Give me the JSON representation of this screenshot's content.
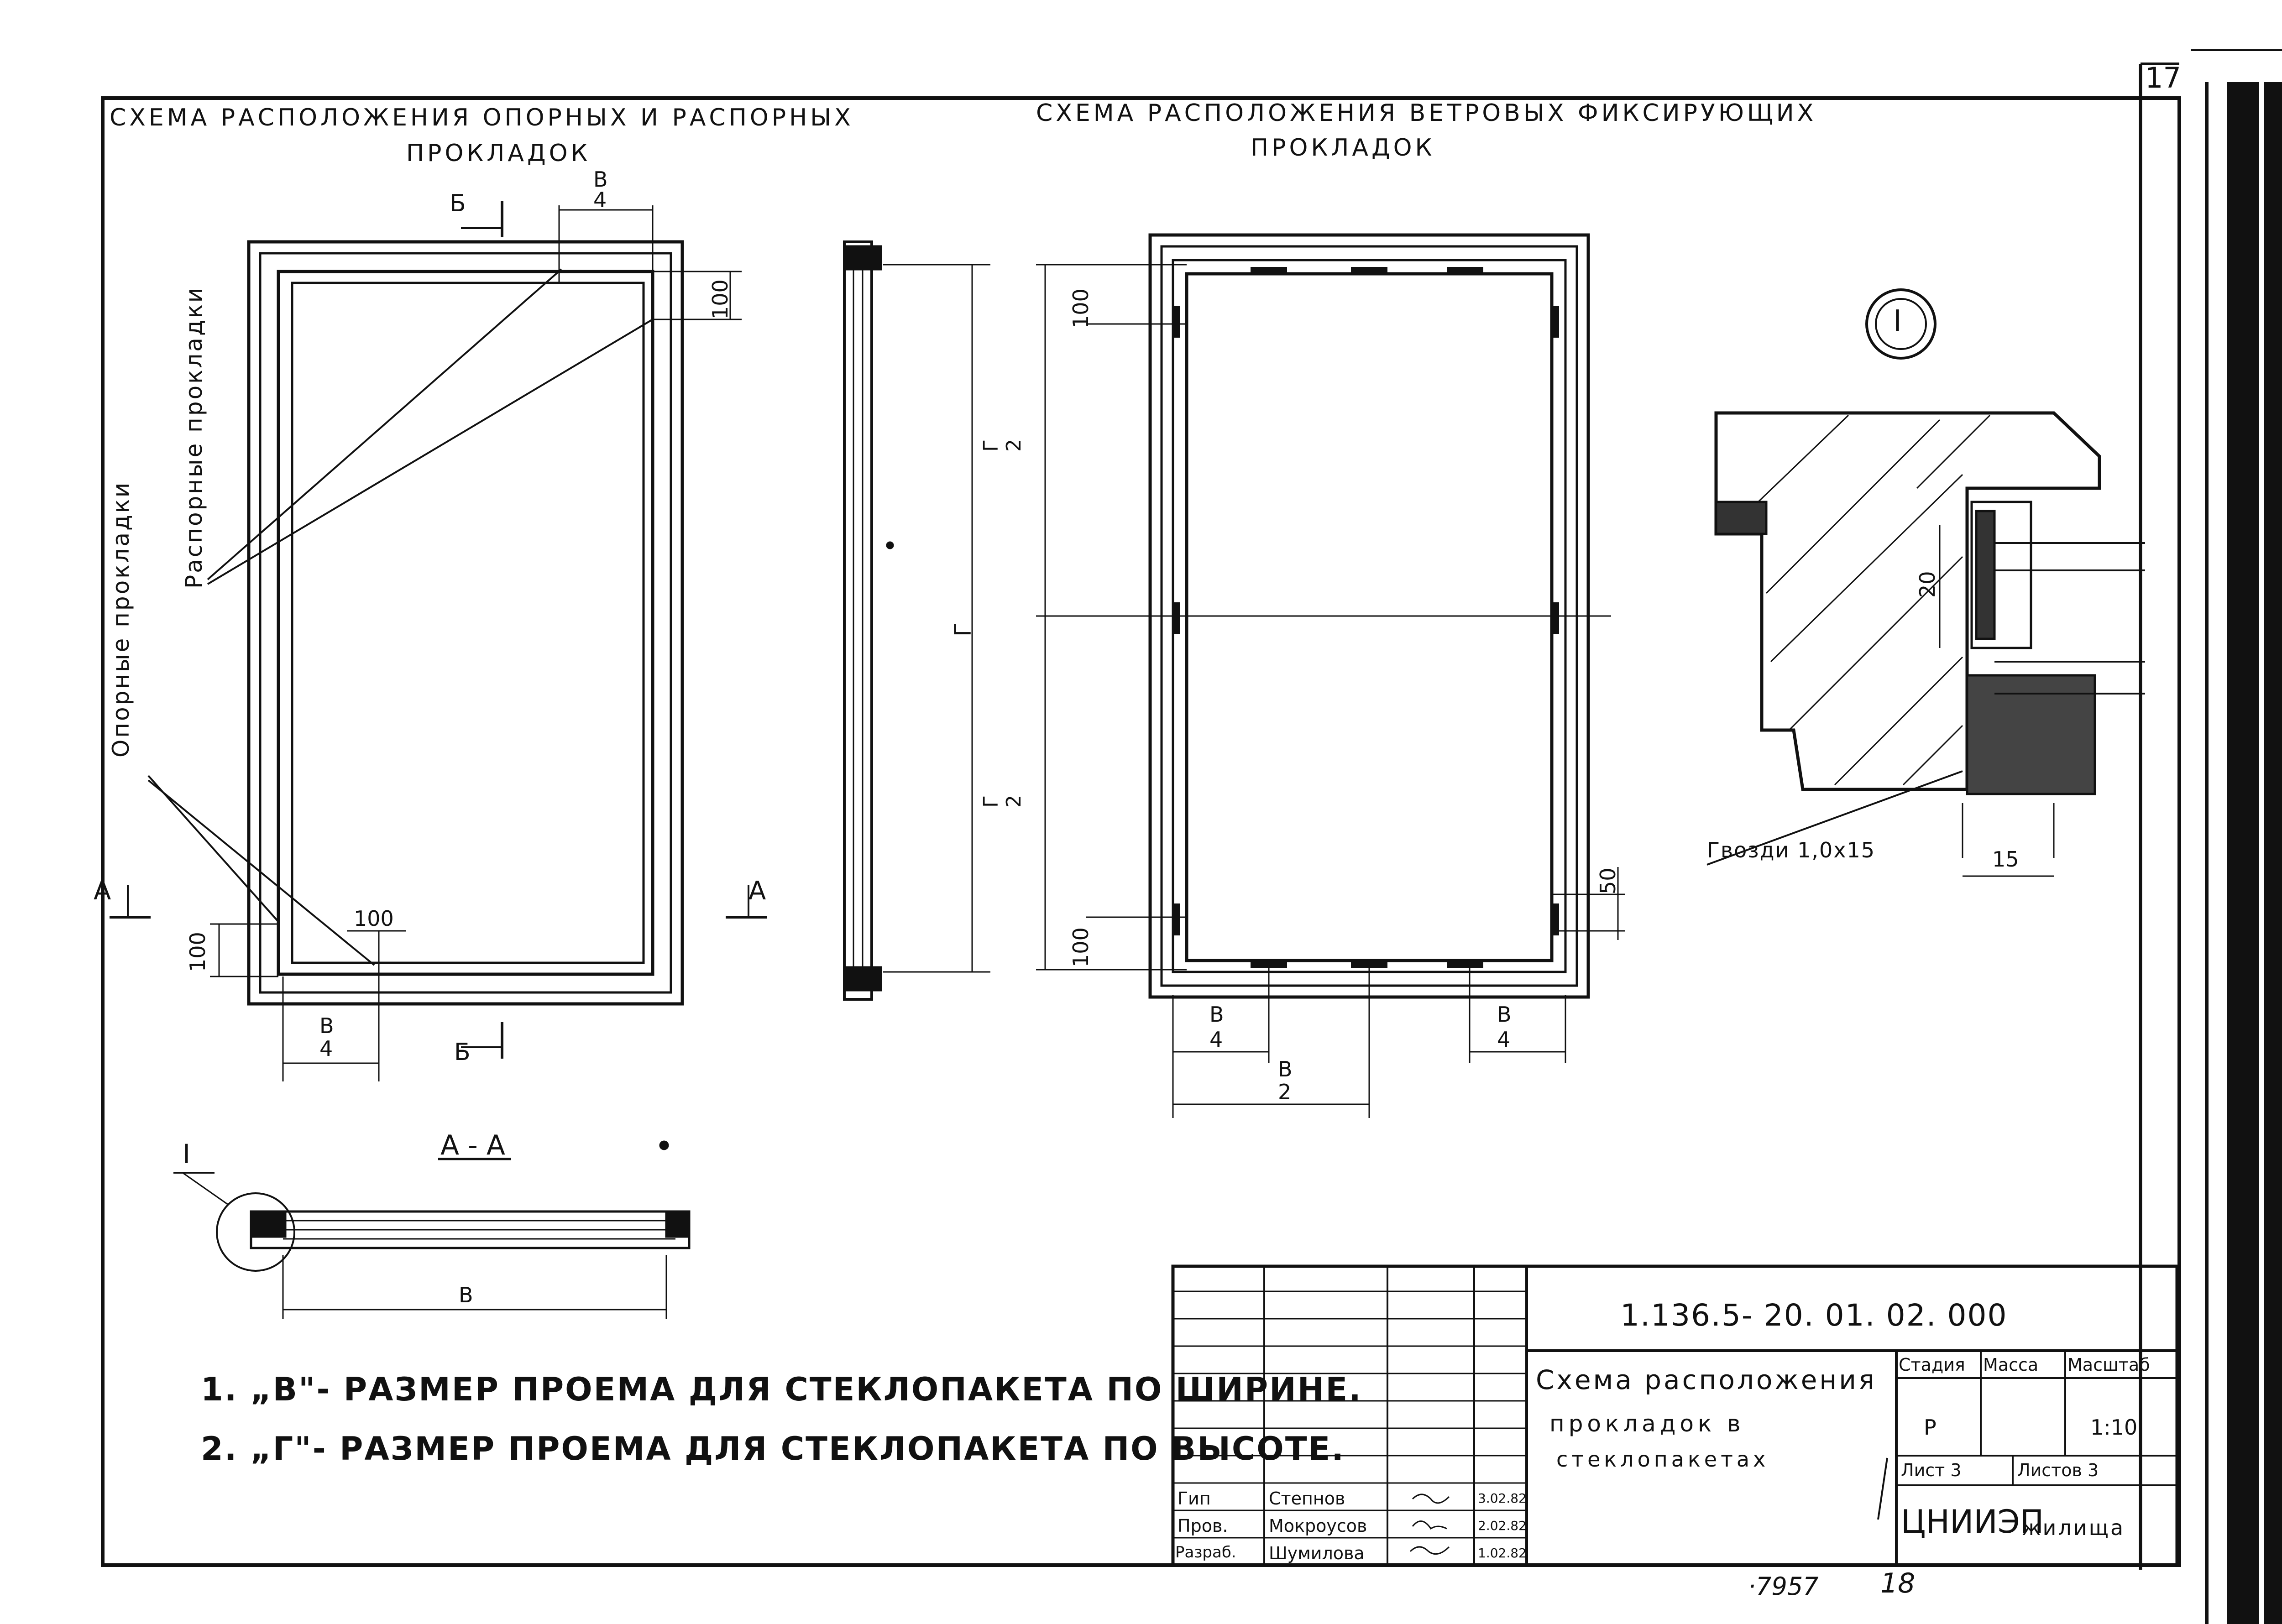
{
  "sheet": {
    "number": "17",
    "bottom_marks": [
      "·7957",
      "18"
    ]
  },
  "titles": {
    "left_line1": "СХЕМА РАСПОЛОЖЕНИЯ ОПОРНЫХ И РАСПОРНЫХ",
    "left_line2": "ПРОКЛАДОК",
    "right_line1": "СХЕМА РАСПОЛОЖЕНИЯ ВЕТРОВЫХ ФИКСИРУЮЩИХ",
    "right_line2": "ПРОКЛАДОК"
  },
  "labels": {
    "spacer_pads": "Распорные прокладки",
    "support_pads": "Опорные прокладки",
    "section_a": "А",
    "section_b": "Б",
    "section_aa": "А - А",
    "callout_1": "I",
    "nails": "Гвозди 1,0х15"
  },
  "dims": {
    "b": "В",
    "four": "4",
    "two": "2",
    "g": "Г",
    "d100": "100",
    "d50": "50",
    "d20": "20",
    "d15": "15"
  },
  "notes": [
    "1. „В\"- РАЗМЕР ПРОЕМА ДЛЯ СТЕКЛОПАКЕТА ПО ШИРИНЕ.",
    "2. „Г\"- РАЗМЕР ПРОЕМА ДЛЯ СТЕКЛОПАКЕТА ПО ВЫСОТЕ."
  ],
  "stamp": {
    "code": "1.136.5- 20. 01. 02. 000",
    "title_lines": [
      "Схема расположения",
      "прокладок в",
      "стеклопакетах"
    ],
    "stage_header": "Стадия",
    "mass_header": "Масса",
    "scale_header": "Масштаб",
    "stage": "Р",
    "scale": "1:10",
    "sheet": "Лист 3",
    "sheets": "Листов 3",
    "org": "ЦНИИЭП",
    "org_suffix": "жилища",
    "people": [
      {
        "role": "Гип",
        "name": "Степнов",
        "date": "3.02.82"
      },
      {
        "role": "Пров.",
        "name": "Мокроусов",
        "date": "2.02.82"
      },
      {
        "role": "Разраб.",
        "name": "Шумилова",
        "date": "1.02.82"
      }
    ]
  }
}
